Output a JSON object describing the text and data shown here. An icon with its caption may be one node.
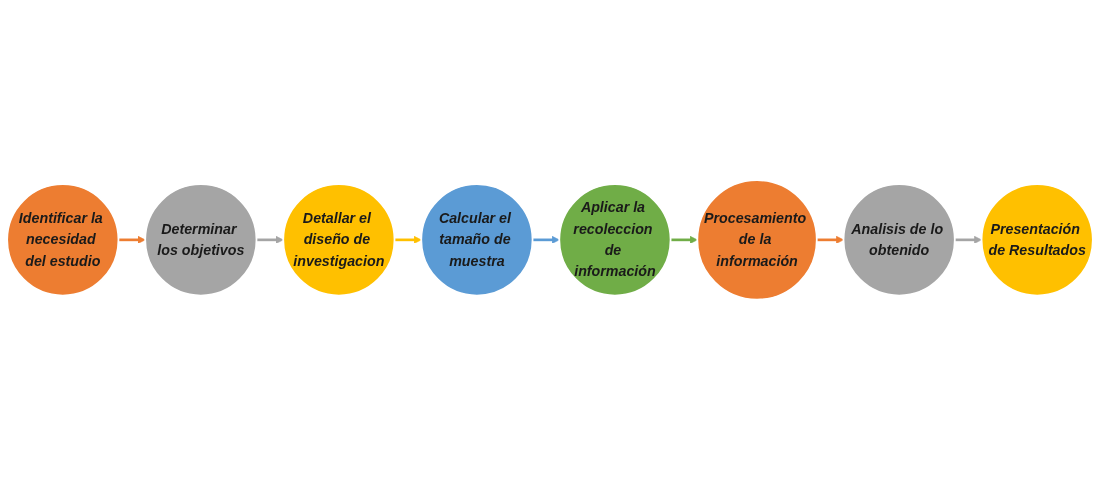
{
  "diagram": {
    "nodes": [
      {
        "text": [
          "Identificar la necesidad del estudio"
        ]
      },
      {
        "text": [
          "Calcular el tamaño de muestra"
        ]
      },
      {
        "text": [
          "Aplicar la recoleccion de información"
        ]
      },
      {
        "text": [
          "Presentación de Resultados"
        ]
      },
      {
        "text": [
          "Determinar los objetivos"
        ]
      },
      {
        "text": [
          "Detallar el diseño de investigacion"
        ]
      },
      {
        "text": [
          "Procesamiento de la información"
        ]
      },
      {
        "text": [
          "Analisis de lo obtenido"
        ]
      }
    ],
    "edges": [
      {
        "from": 0,
        "to": 4,
        "arrow": "to",
        "color": "#ed7d31"
      },
      {
        "from": 4,
        "to": 5,
        "arrow": "to",
        "color": "#a5a5a5"
      },
      {
        "from": 5,
        "to": 1,
        "arrow": "to",
        "color": "#ffc000"
      },
      {
        "from": 1,
        "to": 2,
        "arrow": "to",
        "color": "#5b9bd5"
      },
      {
        "from": 2,
        "to": 6,
        "arrow": "to",
        "color": "#70ad47"
      },
      {
        "from": 6,
        "to": 7,
        "arrow": "to",
        "color": "#ed7d31"
      },
      {
        "from": 7,
        "to": 3,
        "arrow": "to",
        "color": "#a5a5a5"
      }
    ]
  }
}
